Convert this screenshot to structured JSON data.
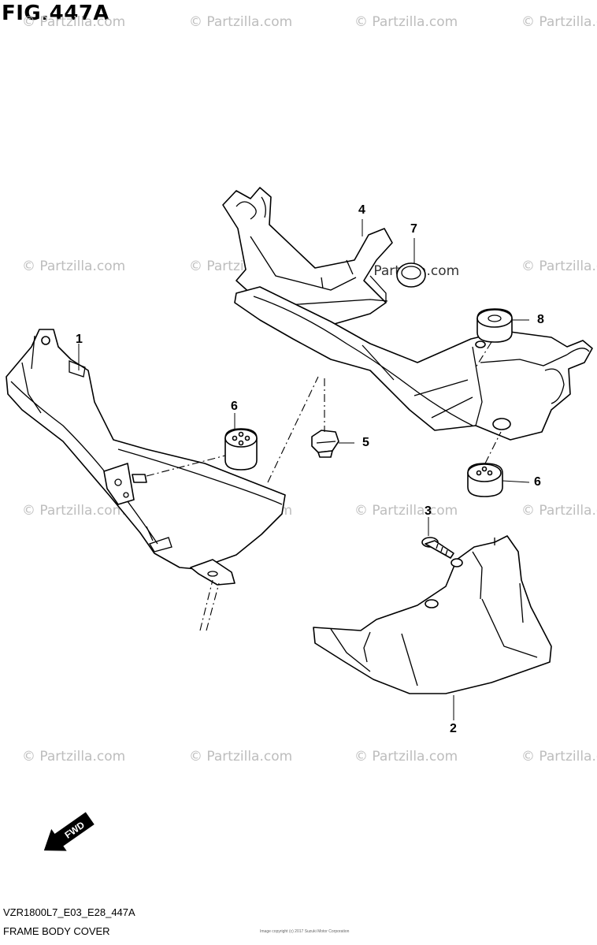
{
  "figure_title": "FIG.447A",
  "diagram_code": "VZR1800L7_E03_E28_447A",
  "caption": "FRAME BODY COVER",
  "fine_print": "Image copyright (c) 2017 Suzuki Motor Corporation",
  "watermark": "© Partzilla.com",
  "fwd_label": "FWD",
  "callouts": [
    "1",
    "2",
    "3",
    "4",
    "5",
    "6",
    "6",
    "7",
    "8"
  ]
}
